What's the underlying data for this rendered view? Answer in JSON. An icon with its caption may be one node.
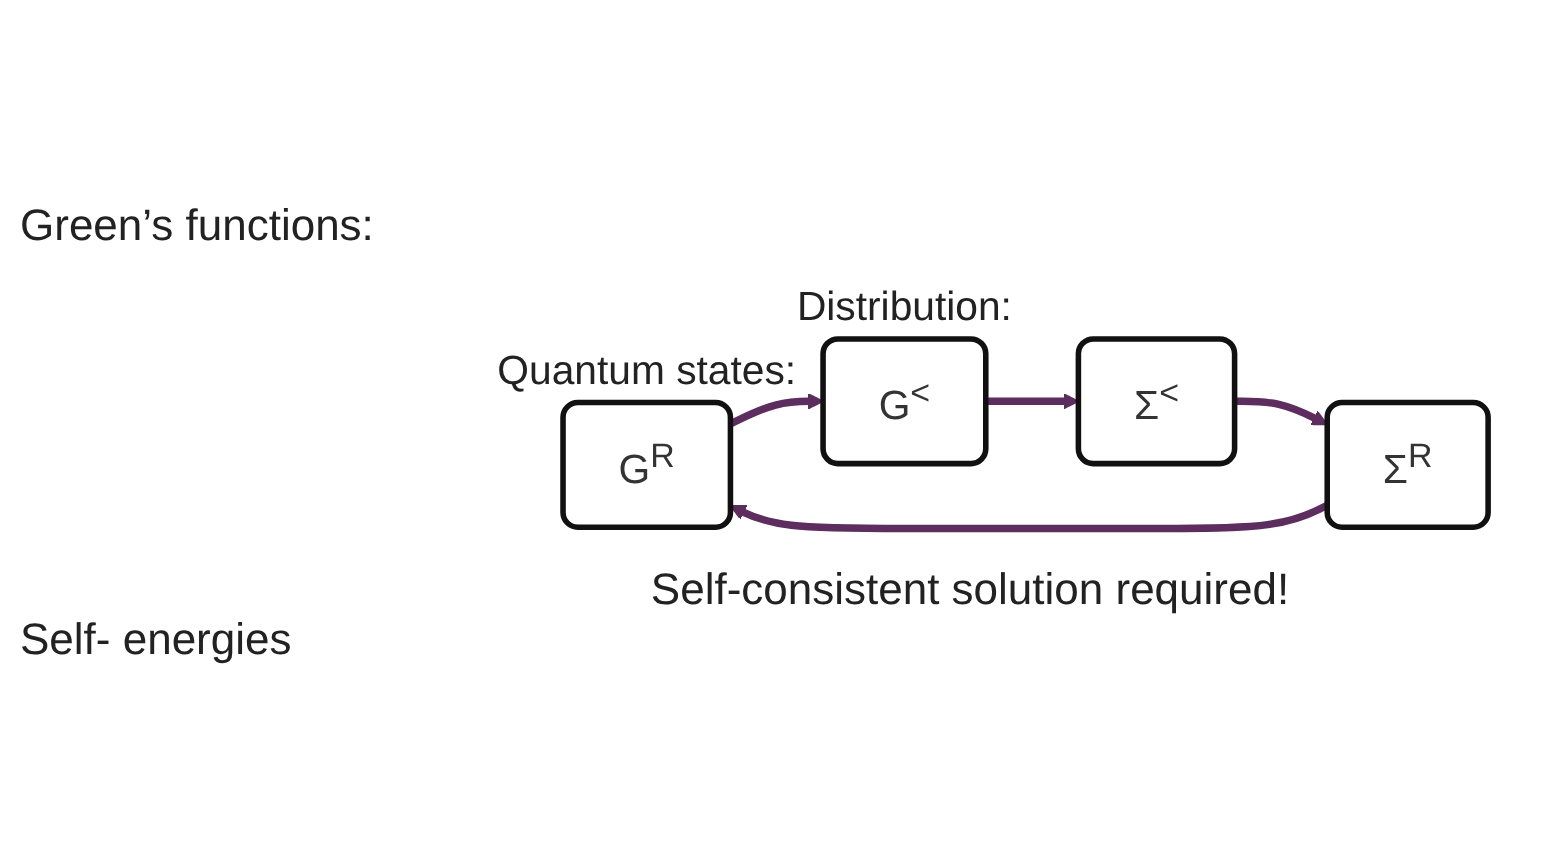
{
  "diagram": {
    "nodes": [
      {
        "text": [
          "G$^{R}$"
        ],
        "beside": [
          "Quantum states:"
        ]
      },
      {
        "text": [
          "G$^{<}$"
        ],
        "beside": [
          "Distribution:"
        ]
      },
      {
        "text": [
          "Σ$^{<}$"
        ]
      },
      {
        "text": [
          "Σ$^{R}$"
        ]
      }
    ],
    "edges": [
      {
        "from": 0,
        "to": 1,
        "arrow": "to"
      },
      {
        "from": 1,
        "to": 2,
        "arrow": "to"
      },
      {
        "from": 2,
        "to": 3,
        "arrow": "to"
      },
      {
        "from": 3,
        "to": 0,
        "arrow": "to"
      }
    ],
    "labels": [
      "Green’s functions:",
      "Self-consistent solution required!",
      "Self- energies"
    ]
  }
}
